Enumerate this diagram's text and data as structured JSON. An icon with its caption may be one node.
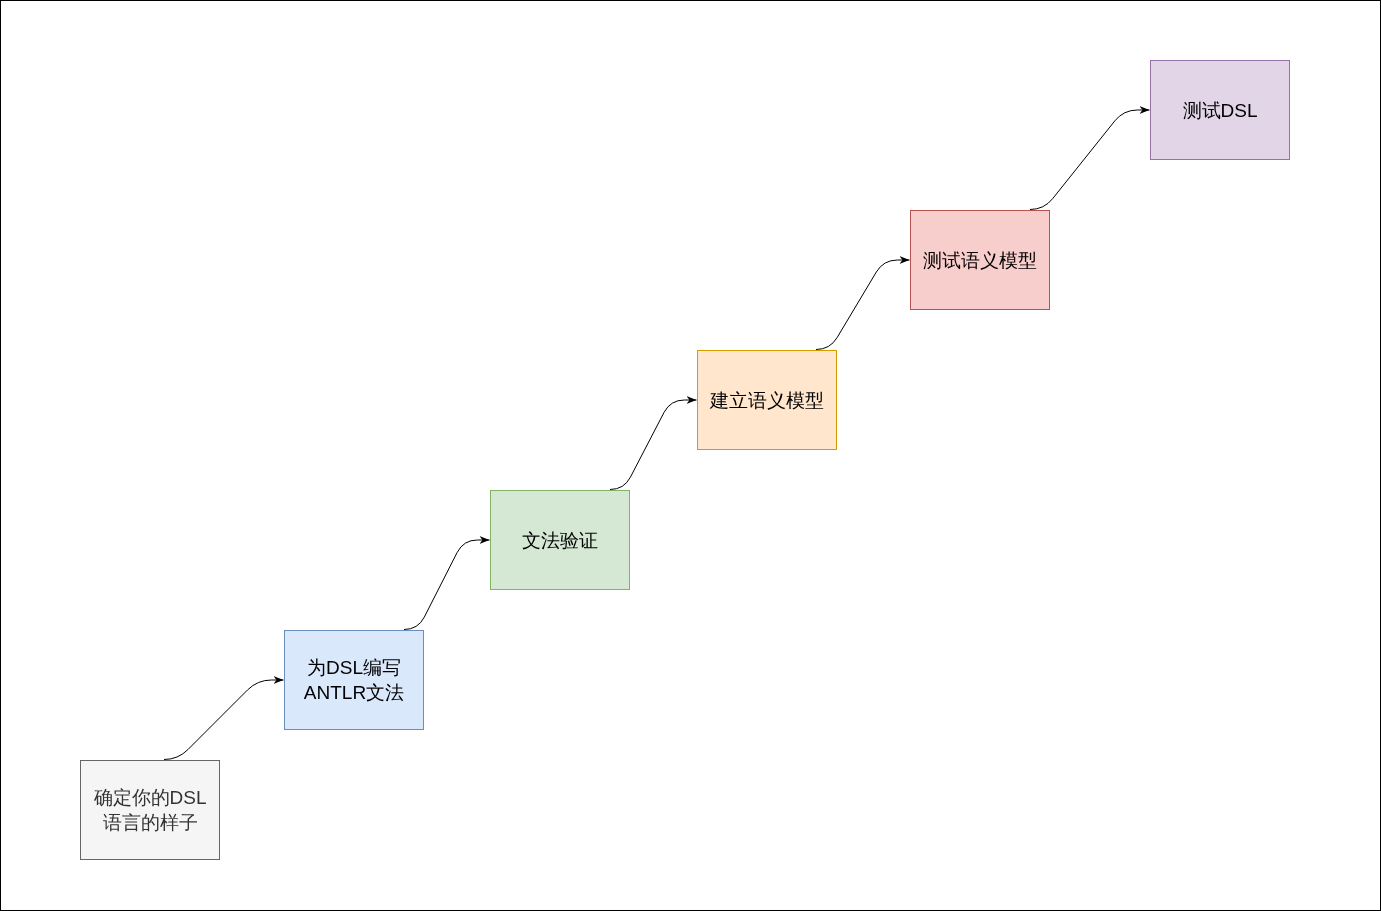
{
  "diagram": {
    "nodes": [
      {
        "text": [
          "确定你的DSL语言的样子"
        ]
      },
      {
        "text": [
          "为DSL编写ANTLR文法"
        ]
      },
      {
        "text": [
          "文法验证"
        ]
      },
      {
        "text": [
          "建立语义模型"
        ]
      },
      {
        "text": [
          "测试语义模型"
        ]
      },
      {
        "text": [
          "测试DSL"
        ]
      }
    ],
    "edges": [
      {
        "from": 0,
        "to": 1,
        "arrow": "to"
      },
      {
        "from": 1,
        "to": 2,
        "arrow": "to"
      },
      {
        "from": 2,
        "to": 3,
        "arrow": "to"
      },
      {
        "from": 3,
        "to": 4,
        "arrow": "to"
      },
      {
        "from": 4,
        "to": 5,
        "arrow": "to"
      }
    ]
  }
}
